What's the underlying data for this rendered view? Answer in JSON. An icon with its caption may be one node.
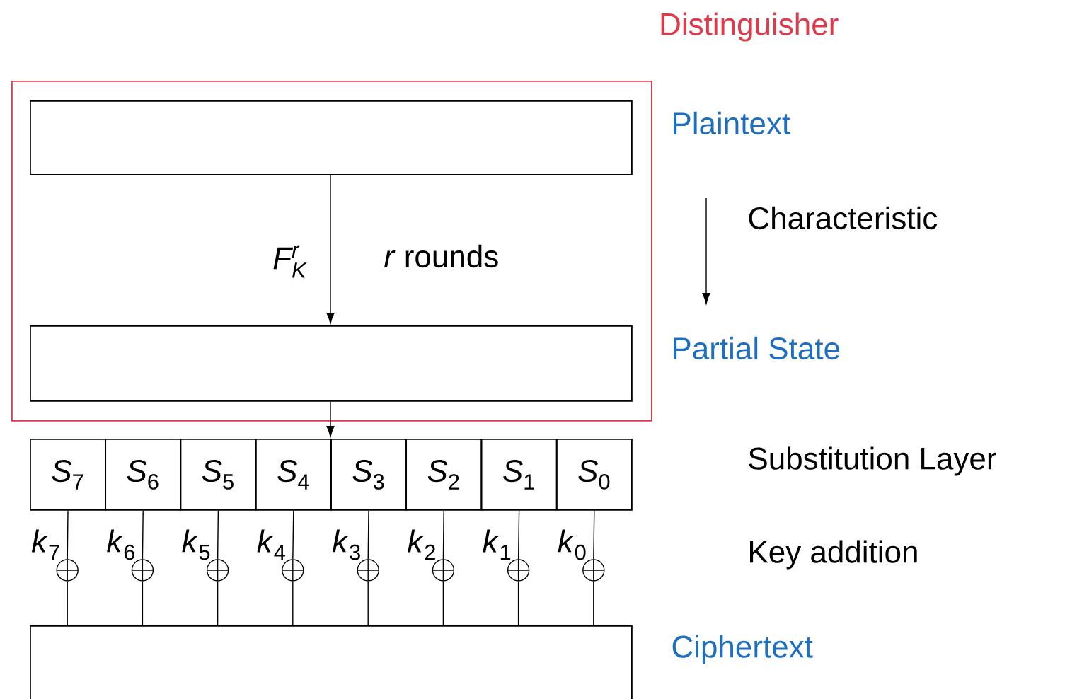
{
  "diagram": {
    "nodes": [
      {
        "text": [
          "Distinguisher"
        ]
      },
      {
        "text": [],
        "shape": "box",
        "in": 0,
        "beside": [
          "Plaintext"
        ]
      },
      {
        "text": [],
        "shape": "box",
        "in": 0,
        "beside": [
          "Partial State"
        ]
      },
      {
        "text": [
          "*S*$_{7}$"
        ]
      },
      {
        "text": [
          "*S*$_{6}$"
        ]
      },
      {
        "text": [
          "*S*$_{5}$"
        ]
      },
      {
        "text": [
          "*S*$_{4}$"
        ]
      },
      {
        "text": [
          "*S*$_{3}$"
        ]
      },
      {
        "text": [
          "*S*$_{2}$"
        ]
      },
      {
        "text": [
          "*S*$_{1}$"
        ]
      },
      {
        "text": [
          "*S*$_{0}$"
        ]
      },
      {
        "text": [],
        "shape": "circle",
        "beside": [
          "*k*$_{7}$"
        ]
      },
      {
        "text": [],
        "shape": "circle",
        "beside": [
          "*k*$_{6}$"
        ]
      },
      {
        "text": [],
        "shape": "circle",
        "beside": [
          "*k*$_{5}$"
        ]
      },
      {
        "text": [],
        "shape": "circle",
        "beside": [
          "*k*$_{4}$"
        ]
      },
      {
        "text": [],
        "shape": "circle",
        "beside": [
          "*k*$_{3}$"
        ]
      },
      {
        "text": [],
        "shape": "circle",
        "beside": [
          "*k*$_{2}$"
        ]
      },
      {
        "text": [],
        "shape": "circle",
        "beside": [
          "*k*$_{1}$"
        ]
      },
      {
        "text": [],
        "shape": "circle",
        "beside": [
          "*k*$_{0}$"
        ]
      },
      {
        "text": [],
        "shape": "box",
        "beside": [
          "Ciphertext"
        ]
      }
    ],
    "edges": [
      {
        "from": 1,
        "to": 2,
        "arrow": "to"
      },
      {
        "from": 2,
        "to": 7,
        "arrow": "to"
      },
      {
        "from": 3,
        "to": 11,
        "arrow": "none"
      },
      {
        "from": 4,
        "to": 12,
        "arrow": "none"
      },
      {
        "from": 5,
        "to": 13,
        "arrow": "none"
      },
      {
        "from": 6,
        "to": 14,
        "arrow": "none"
      },
      {
        "from": 7,
        "to": 15,
        "arrow": "none"
      },
      {
        "from": 8,
        "to": 16,
        "arrow": "none"
      },
      {
        "from": 9,
        "to": 17,
        "arrow": "none"
      },
      {
        "from": 10,
        "to": 18,
        "arrow": "none"
      },
      {
        "from": 11,
        "to": 19,
        "arrow": "none"
      },
      {
        "from": 12,
        "to": 19,
        "arrow": "none"
      },
      {
        "from": 13,
        "to": 19,
        "arrow": "none"
      },
      {
        "from": 14,
        "to": 19,
        "arrow": "none"
      },
      {
        "from": 15,
        "to": 19,
        "arrow": "none"
      },
      {
        "from": 16,
        "to": 19,
        "arrow": "none"
      },
      {
        "from": 17,
        "to": 19,
        "arrow": "none"
      },
      {
        "from": 18,
        "to": 19,
        "arrow": "none"
      }
    ],
    "labels": [
      "F_K^r",
      "*r* rounds",
      "Characteristic",
      "Substitution Layer",
      "Key addition"
    ]
  }
}
